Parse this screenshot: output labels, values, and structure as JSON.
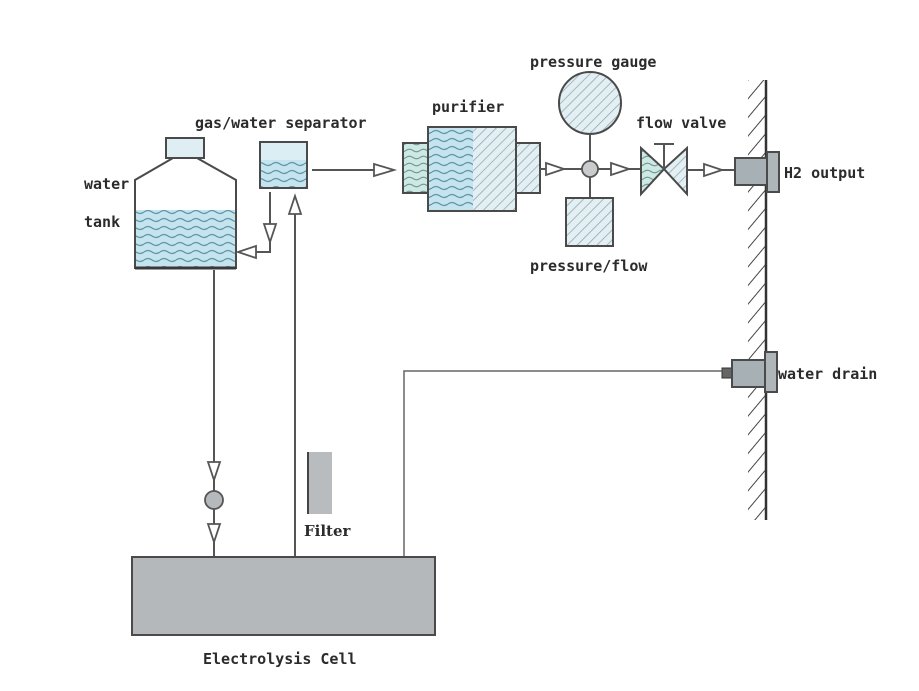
{
  "diagram": {
    "title": "Hydrogen generator flow diagram",
    "labels": {
      "water_tank_line1": "water",
      "water_tank_line2": "tank",
      "gas_water_separator": "gas/water separator",
      "purifier": "purifier",
      "pressure_gauge": "pressure gauge",
      "pressure_flow": "pressure/flow",
      "flow_valve": "flow valve",
      "h2_output": "H2 output",
      "water_drain": "water drain",
      "filter": "Filter",
      "electrolysis_cell": "Electrolysis Cell"
    },
    "components": [
      {
        "id": "water-tank",
        "label": "water tank"
      },
      {
        "id": "gas-water-separator",
        "label": "gas/water separator"
      },
      {
        "id": "purifier",
        "label": "purifier"
      },
      {
        "id": "pressure-gauge",
        "label": "pressure gauge"
      },
      {
        "id": "pressure-flow-sensor",
        "label": "pressure/flow"
      },
      {
        "id": "flow-valve",
        "label": "flow valve"
      },
      {
        "id": "h2-output-port",
        "label": "H2 output"
      },
      {
        "id": "water-drain-port",
        "label": "water drain"
      },
      {
        "id": "filter",
        "label": "Filter"
      },
      {
        "id": "electrolysis-cell",
        "label": "Electrolysis Cell"
      }
    ],
    "connections": [
      {
        "from": "gas-water-separator",
        "to": "purifier"
      },
      {
        "from": "purifier",
        "to": "pressure-gauge"
      },
      {
        "from": "pressure-gauge",
        "to": "flow-valve"
      },
      {
        "from": "flow-valve",
        "to": "h2-output-port"
      },
      {
        "from": "gas-water-separator",
        "to": "water-tank"
      },
      {
        "from": "electrolysis-cell",
        "to": "gas-water-separator"
      },
      {
        "from": "water-tank",
        "to": "electrolysis-cell"
      },
      {
        "from": "electrolysis-cell",
        "to": "water-drain-port"
      }
    ],
    "colors": {
      "water": "#bfe0ea",
      "water_wave": "#5d93a8",
      "hatch_fill": "#dfeef2",
      "hatch_line": "#8aa8b2",
      "port_fill": "#aab4b8",
      "cell_fill": "#b3b6b8",
      "filter_fill": "#b8babc",
      "line": "#555555"
    }
  }
}
